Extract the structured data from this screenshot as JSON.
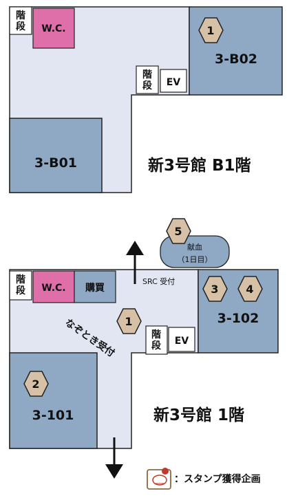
{
  "floors": {
    "b1": {
      "title": "新3号館 B1階",
      "rooms": {
        "b01": "3-B01",
        "b02": "3-B02"
      },
      "wc": "W.C.",
      "stairs": "階段",
      "ev": "EV",
      "stamps": {
        "b02": "1"
      }
    },
    "f1": {
      "title": "新3号館 1階",
      "rooms": {
        "r101": "3-101",
        "r102": "3-102"
      },
      "wc": "W.C.",
      "shop": "購買",
      "stairs": "階段",
      "ev": "EV",
      "src_reception": "SRC 受付",
      "puzzle_reception": "なぞとき受付",
      "blood_donation": {
        "line1": "献血",
        "line2": "（1日目）"
      },
      "stamps": {
        "puzzle": "1",
        "r101": "2",
        "r102a": "3",
        "r102b": "4",
        "blood": "5"
      }
    }
  },
  "legend": {
    "label": "：スタンプ獲得企画"
  },
  "colors": {
    "room_blue": "#8FA8C3",
    "corridor": "#E2E6F2",
    "wc_pink": "#DE6FA8",
    "stamp_fill": "#D7C1A6"
  }
}
